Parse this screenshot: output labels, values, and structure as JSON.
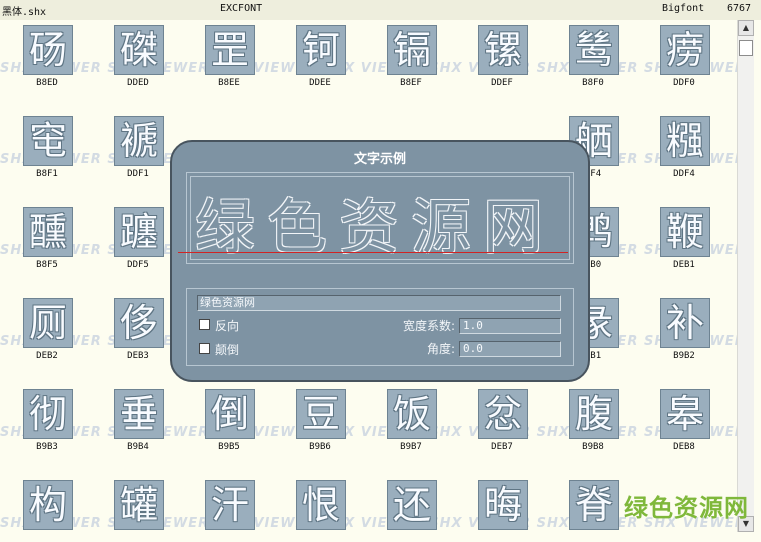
{
  "titlebar": {
    "font_file": "黑体.shx",
    "mode": "EXCFONT",
    "font_type": "Bigfont",
    "count": "6767"
  },
  "watermark": "SHX VIEWER",
  "grid": {
    "rows": [
      [
        {
          "glyph": "砀",
          "code": "B8ED"
        },
        {
          "glyph": "磔",
          "code": "DDED"
        },
        {
          "glyph": "罡",
          "code": "B8EE"
        },
        {
          "glyph": "钶",
          "code": "DDEE"
        },
        {
          "glyph": "镉",
          "code": "B8EF"
        },
        {
          "glyph": "镙",
          "code": "DDEF"
        },
        {
          "glyph": "鸶",
          "code": "B8F0"
        },
        {
          "glyph": "痨",
          "code": "DDF0"
        }
      ],
      [
        {
          "glyph": "窀",
          "code": "B8F1"
        },
        {
          "glyph": "褫",
          "code": "DDF1"
        },
        {
          "glyph": "",
          "code": ""
        },
        {
          "glyph": "",
          "code": ""
        },
        {
          "glyph": "",
          "code": ""
        },
        {
          "glyph": "",
          "code": ""
        },
        {
          "glyph": "舾",
          "code": "8F4"
        },
        {
          "glyph": "糨",
          "code": "DDF4"
        }
      ],
      [
        {
          "glyph": "醺",
          "code": "B8F5"
        },
        {
          "glyph": "躔",
          "code": "DDF5"
        },
        {
          "glyph": "",
          "code": ""
        },
        {
          "glyph": "",
          "code": ""
        },
        {
          "glyph": "",
          "code": ""
        },
        {
          "glyph": "",
          "code": ""
        },
        {
          "glyph": "鹎",
          "code": "EB0"
        },
        {
          "glyph": "鞭",
          "code": "DEB1"
        }
      ],
      [
        {
          "glyph": "厕",
          "code": "DEB2"
        },
        {
          "glyph": "侈",
          "code": "DEB3"
        },
        {
          "glyph": "",
          "code": ""
        },
        {
          "glyph": "",
          "code": ""
        },
        {
          "glyph": "",
          "code": ""
        },
        {
          "glyph": "",
          "code": ""
        },
        {
          "glyph": "彖",
          "code": "9B1"
        },
        {
          "glyph": "补",
          "code": "B9B2"
        }
      ],
      [
        {
          "glyph": "彻",
          "code": "B9B3"
        },
        {
          "glyph": "垂",
          "code": "B9B4"
        },
        {
          "glyph": "倒",
          "code": "B9B5"
        },
        {
          "glyph": "豆",
          "code": "B9B6"
        },
        {
          "glyph": "饭",
          "code": "B9B7"
        },
        {
          "glyph": "忿",
          "code": "DEB7"
        },
        {
          "glyph": "腹",
          "code": "B9B8"
        },
        {
          "glyph": "皋",
          "code": "DEB8"
        }
      ],
      [
        {
          "glyph": "构",
          "code": ""
        },
        {
          "glyph": "罐",
          "code": ""
        },
        {
          "glyph": "汗",
          "code": ""
        },
        {
          "glyph": "恨",
          "code": ""
        },
        {
          "glyph": "还",
          "code": ""
        },
        {
          "glyph": "晦",
          "code": ""
        },
        {
          "glyph": "脊",
          "code": ""
        },
        {
          "glyph": "",
          "code": ""
        }
      ]
    ]
  },
  "dialog": {
    "title": "文字示例",
    "sample_text": "绿色资源网",
    "input_value": "绿色资源网",
    "reverse_label": "反向",
    "upside_down_label": "颠倒",
    "width_factor_label": "宽度系数:",
    "width_factor_value": "1.0",
    "angle_label": "角度:",
    "angle_value": "0.0"
  },
  "scrollbar": {
    "up_icon": "triangle-up-icon",
    "down_icon": "triangle-down-icon"
  },
  "logo": {
    "text": "绿色资源网",
    "color": "#7fb83b"
  },
  "colors": {
    "tile": "#9aaebd",
    "dialog": "#7e93a3",
    "background": "#fdfdf0",
    "baseline": "#d12424"
  }
}
